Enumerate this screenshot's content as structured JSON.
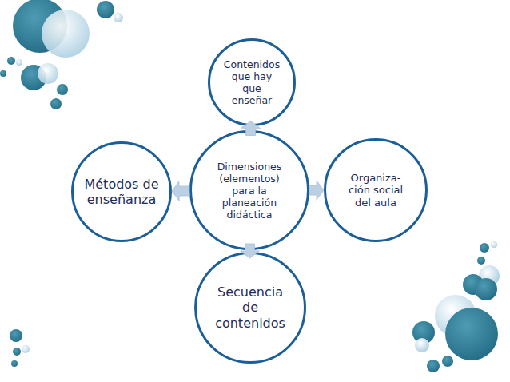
{
  "diagram": {
    "nodes": [
      {
        "text": [
          "Contenidos que hay que enseñar"
        ]
      },
      {
        "text": [
          "Métodos de enseñanza"
        ]
      },
      {
        "text": [
          "Dimensiones (elementos) para la planeación didáctica"
        ]
      },
      {
        "text": [
          "Organiza- ción social del aula"
        ]
      },
      {
        "text": [
          "Secuencia de contenidos"
        ]
      }
    ],
    "edges": [
      {
        "from": 2,
        "to": 0,
        "arrow": "to"
      },
      {
        "from": 2,
        "to": 1,
        "arrow": "to"
      },
      {
        "from": 2,
        "to": 3,
        "arrow": "to"
      },
      {
        "from": 2,
        "to": 4,
        "arrow": "to"
      }
    ]
  }
}
